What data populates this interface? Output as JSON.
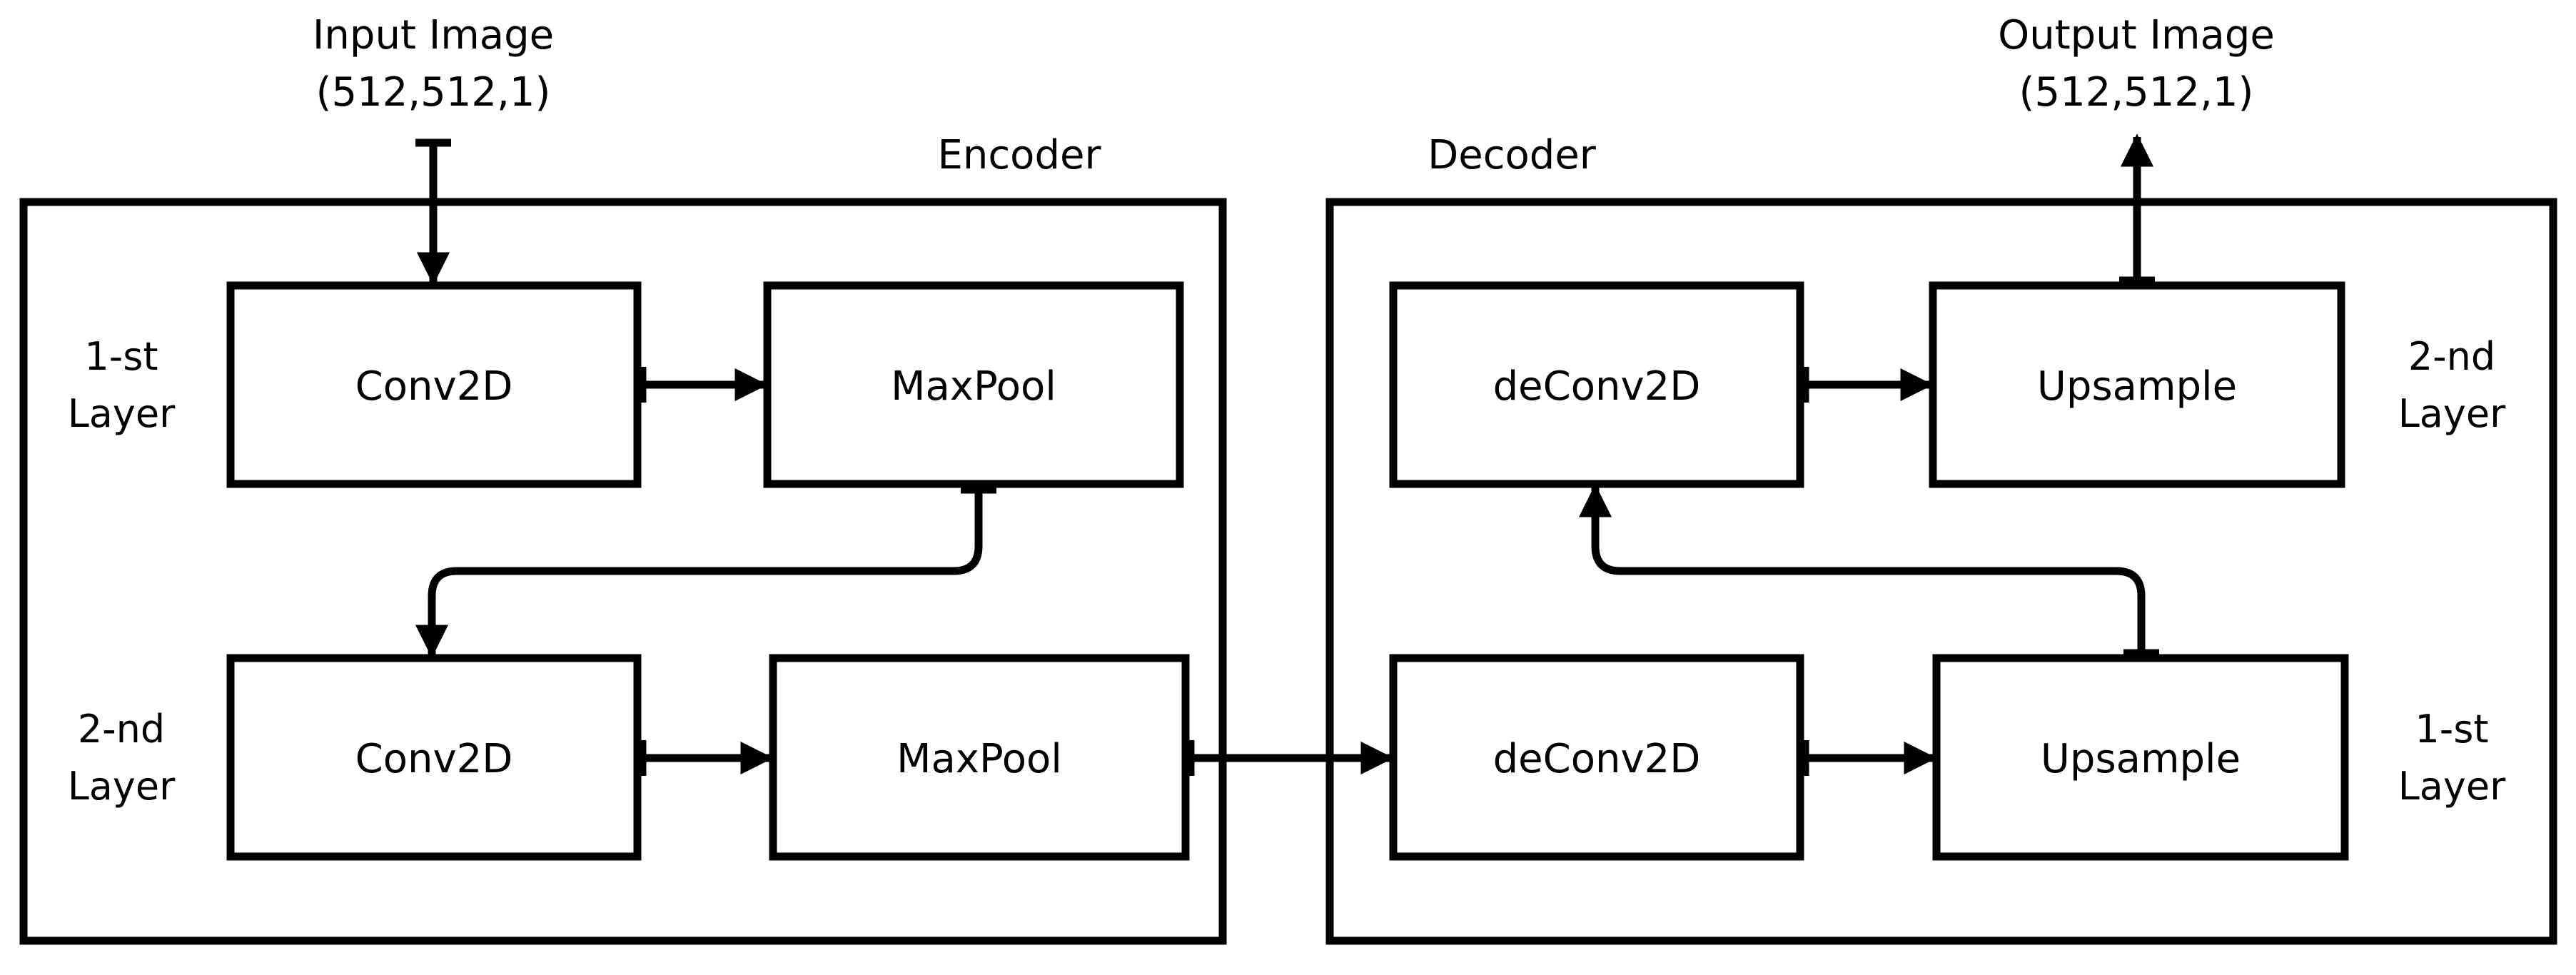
{
  "input": {
    "title": "Input Image",
    "shape": "(512,512,1)"
  },
  "output": {
    "title": "Output Image",
    "shape": "(512,512,1)"
  },
  "encoder": {
    "title": "Encoder",
    "layer1_label": [
      "1-st",
      "Layer"
    ],
    "layer2_label": [
      "2-nd",
      "Layer"
    ],
    "blocks": {
      "conv1": "Conv2D",
      "pool1": "MaxPool",
      "conv2": "Conv2D",
      "pool2": "MaxPool"
    }
  },
  "decoder": {
    "title": "Decoder",
    "top_layer_label": [
      "2-nd",
      "Layer"
    ],
    "bottom_layer_label": [
      "1-st",
      "Layer"
    ],
    "blocks": {
      "deconv_top": "deConv2D",
      "upsample_top": "Upsample",
      "deconv_bottom": "deConv2D",
      "upsample_bottom": "Upsample"
    }
  }
}
